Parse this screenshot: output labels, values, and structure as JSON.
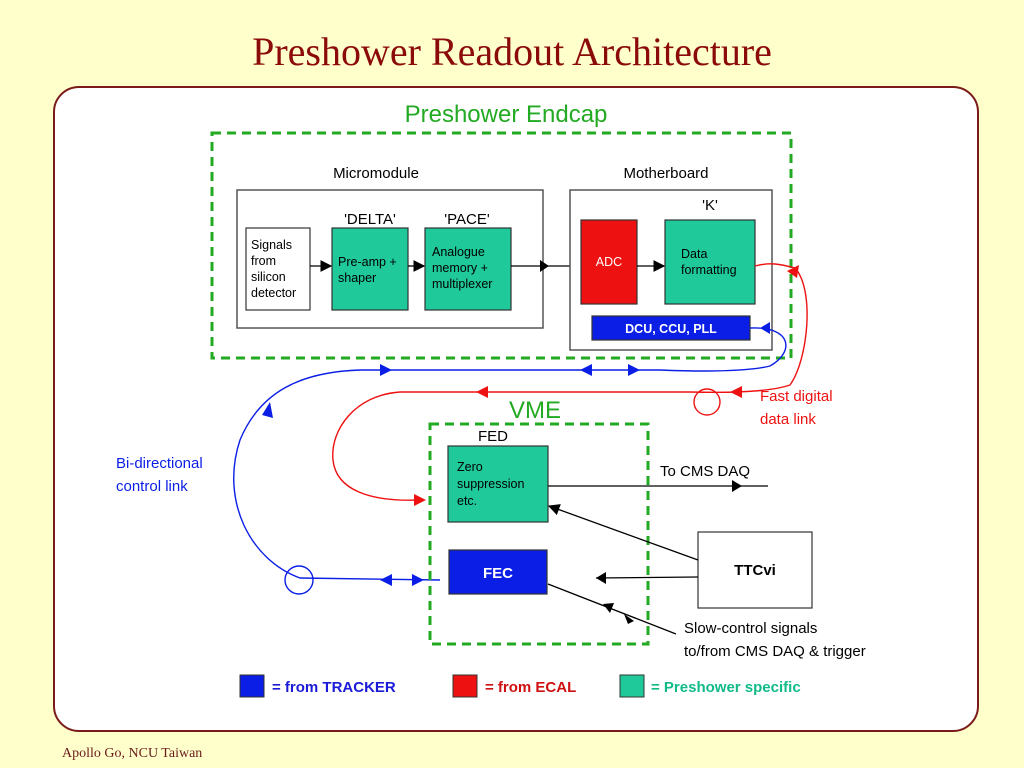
{
  "slide": {
    "title": "Preshower Readout Architecture",
    "footer": "Apollo Go, NCU Taiwan"
  },
  "colors": {
    "title": "#8b0a0a",
    "tracker_blue": "#0a1ee6",
    "ecal_red": "#ee1111",
    "preshower_green": "#1fc99a",
    "dashed_green": "#22aa22",
    "legend_blue": "#1a1ad8",
    "legend_red": "#d01010",
    "legend_green": "#11bb88"
  },
  "diagram": {
    "endcap_title": "Preshower Endcap",
    "micromodule_label": "Micromodule",
    "motherboard_label": "Motherboard",
    "signals_box": [
      "Signals",
      "from",
      "silicon",
      "detector"
    ],
    "delta_label": "'DELTA'",
    "preamp_box": [
      "Pre-amp +",
      "shaper"
    ],
    "pace_label": "'PACE'",
    "analogue_box": [
      "Analogue",
      "memory +",
      "multiplexer"
    ],
    "k_label": "'K'",
    "adc_box": "ADC",
    "data_formatting_box": [
      "Data",
      "formatting"
    ],
    "dcu_box": "DCU, CCU, PLL",
    "fast_link_label": [
      "Fast digital",
      "data link"
    ],
    "bidir_label": [
      "Bi-directional",
      "control link"
    ],
    "vme_title": "VME",
    "fed_label": "FED",
    "zero_box": [
      "Zero",
      "suppression",
      "etc."
    ],
    "to_cms_daq": "To CMS DAQ",
    "ttcvi_box": "TTCvi",
    "fec_box": "FEC",
    "slow_control_label": [
      "Slow-control signals",
      "to/from CMS DAQ & trigger"
    ]
  },
  "legend": [
    {
      "color": "#0a1ee6",
      "text": "= from TRACKER",
      "text_color": "#1a1ad8"
    },
    {
      "color": "#ee1111",
      "text": "= from ECAL",
      "text_color": "#d01010"
    },
    {
      "color": "#1fc99a",
      "text": "= Preshower specific",
      "text_color": "#11bb88"
    }
  ]
}
